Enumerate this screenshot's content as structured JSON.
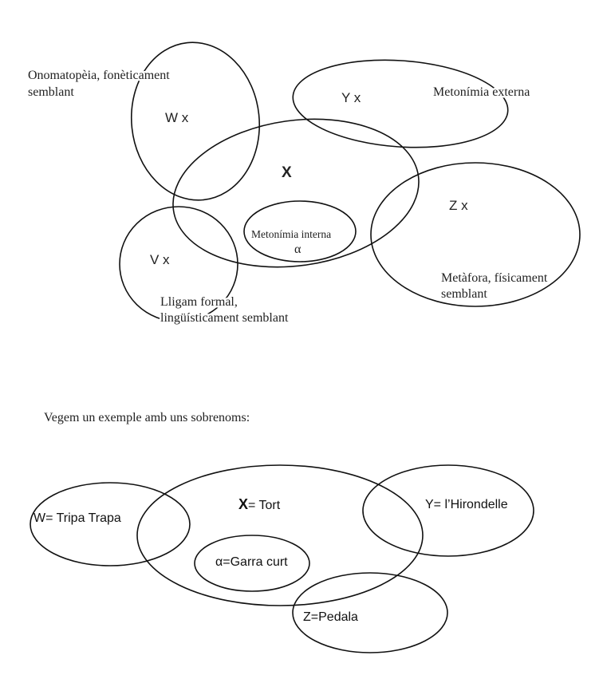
{
  "diagram_top": {
    "onomatopeia_line1": "Onomatopèia, fonèticament",
    "onomatopeia_line2": "semblant",
    "w_label": "W x",
    "y_label": "Y x",
    "metonimia_externa": "Metonímia externa",
    "x_label": "X",
    "z_label": "Z x",
    "metonimia_interna": "Metonímia interna",
    "alpha": "α",
    "v_label": "V x",
    "metafora_line1": "Metàfora, físicament",
    "metafora_line2": "semblant",
    "lligam_line1": "Lligam formal,",
    "lligam_line2": "lingüísticament semblant"
  },
  "paragraph": "Vegem un exemple amb uns sobrenoms:",
  "diagram_bottom": {
    "w_prefix": "W= ",
    "w_value": "Tripa Trapa",
    "x_prefix": "X",
    "x_value": "= Tort",
    "y_prefix": "Y= ",
    "y_value": "l’Hirondelle",
    "alpha_label": "α=Garra curt",
    "z_label": "Z=Pedala"
  }
}
